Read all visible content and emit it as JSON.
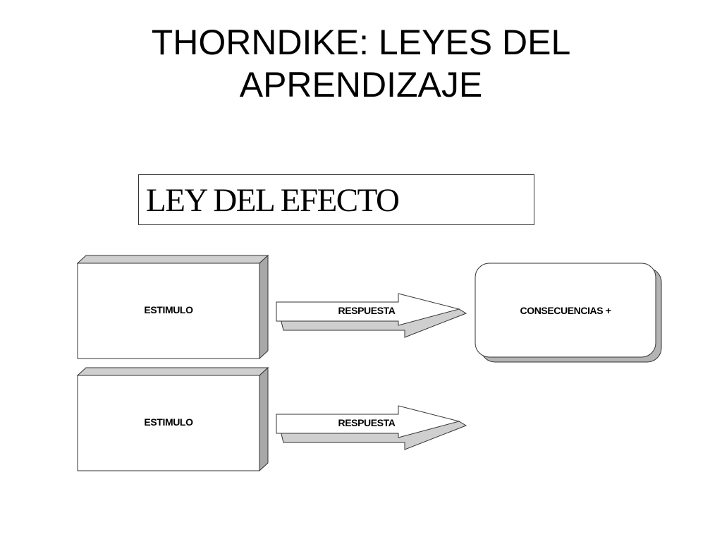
{
  "title": {
    "line1": "THORNDIKE: LEYES DEL",
    "line2": "APRENDIZAJE"
  },
  "law": {
    "label": "LEY DEL EFECTO"
  },
  "row1": {
    "stimulus": "ESTIMULO",
    "response": "RESPUESTA",
    "consequence": "CONSECUENCIAS +"
  },
  "row2": {
    "stimulus": "ESTIMULO",
    "response": "RESPUESTA"
  },
  "colors": {
    "shape_fill": "#ffffff",
    "shape_top": "#cfcfcf",
    "shape_side": "#a8a8a8",
    "arrow_shadow": "#cfcfcf",
    "outline": "#333333"
  }
}
